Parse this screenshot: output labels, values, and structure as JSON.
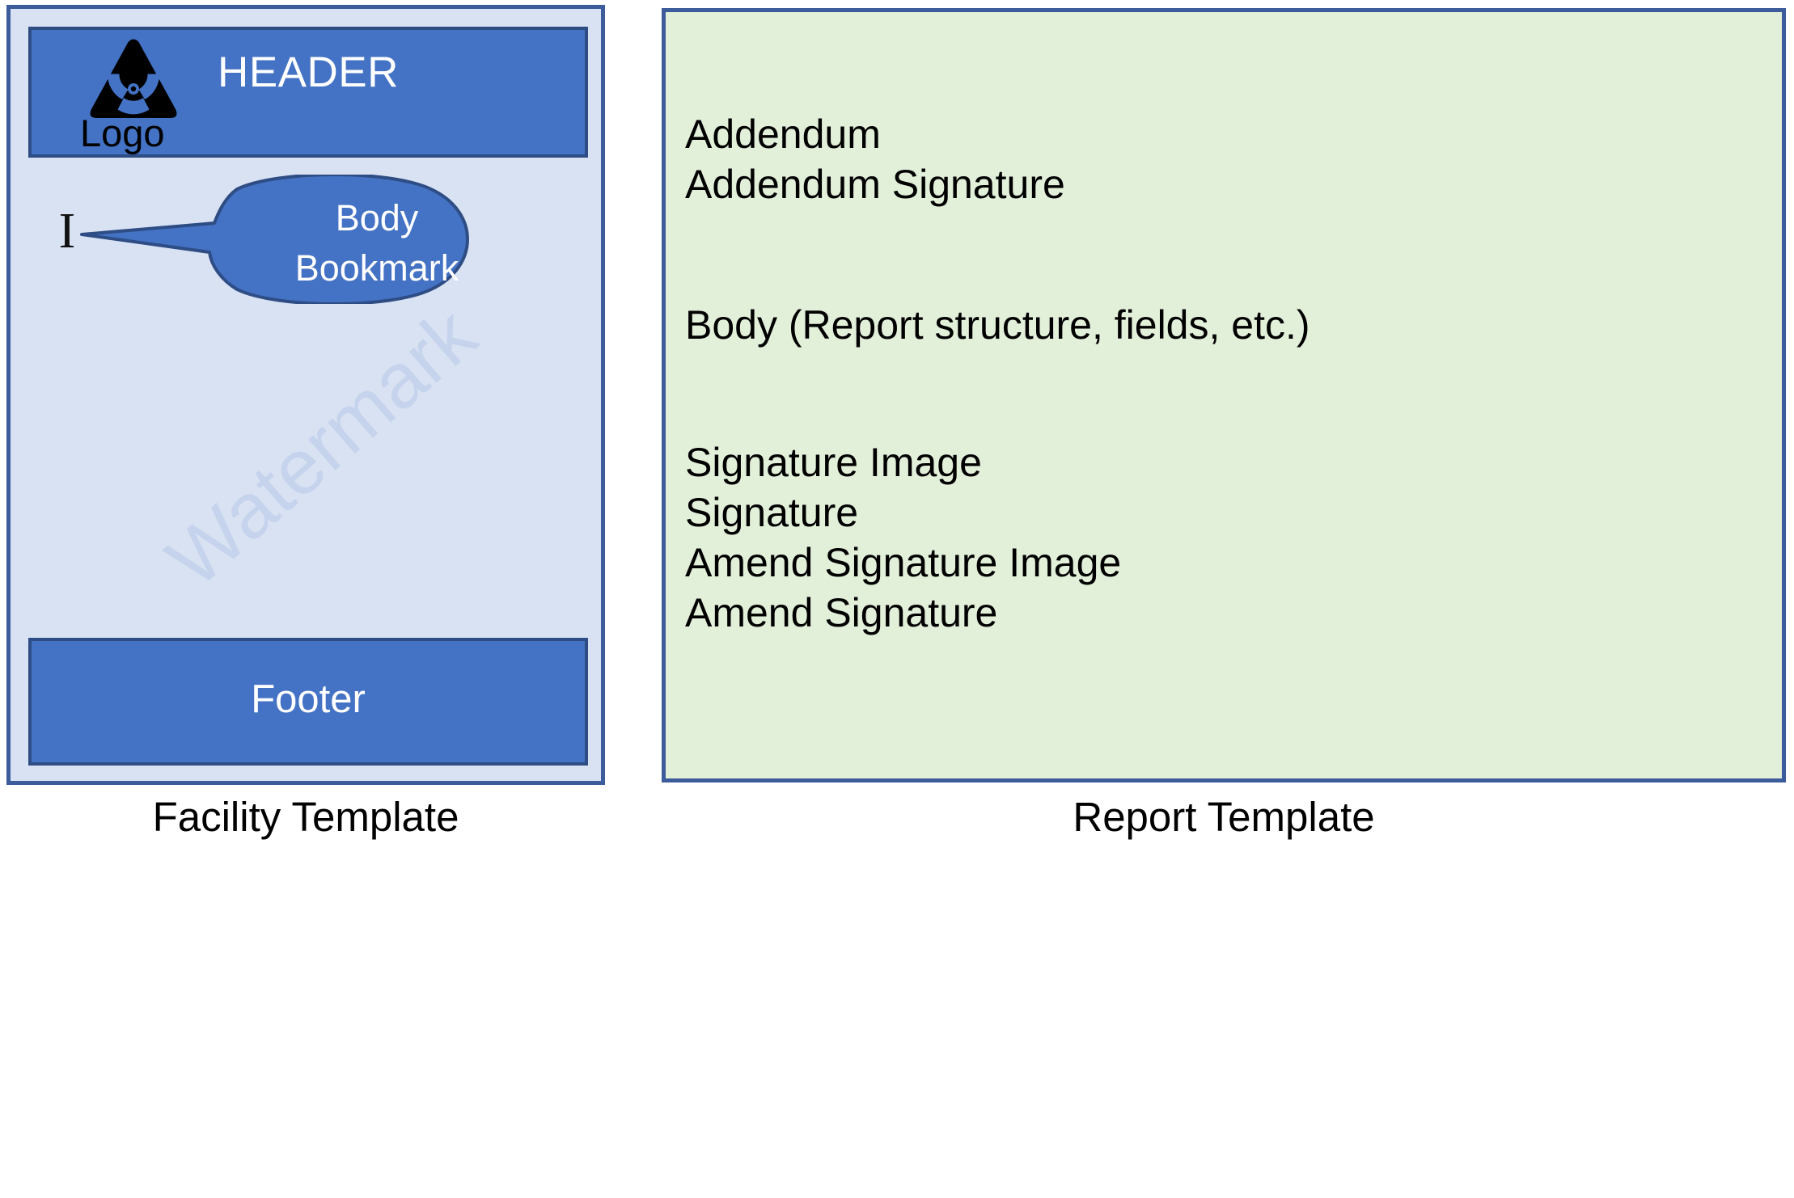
{
  "diagram": {
    "colors": {
      "panel_border": "#3C5C9B",
      "band_fill": "#4472C4",
      "band_border": "#2E4D85",
      "facility_body_fill": "#D9E2F3",
      "report_fill": "#E2EFD9",
      "watermark_text": "#C5D3EC",
      "band_label_text": "#FFFFFF",
      "body_text": "#000000"
    }
  },
  "facility": {
    "caption": "Facility Template",
    "header": {
      "title": "HEADER",
      "logo_caption": "Logo",
      "logo_icon": "radiation-triangle-icon"
    },
    "body": {
      "bookmark_marker": "I",
      "callout_line_1": "Body",
      "callout_line_2": "Bookmark",
      "watermark": "Watermark"
    },
    "footer": {
      "title": "Footer"
    }
  },
  "report": {
    "caption": "Report Template",
    "groups": [
      {
        "lines": [
          "Addendum",
          "Addendum Signature"
        ]
      },
      {
        "lines": [
          "Body (Report structure, fields, etc.)"
        ]
      },
      {
        "lines": [
          "Signature Image",
          "Signature",
          "Amend Signature Image",
          "Amend Signature"
        ]
      }
    ]
  }
}
